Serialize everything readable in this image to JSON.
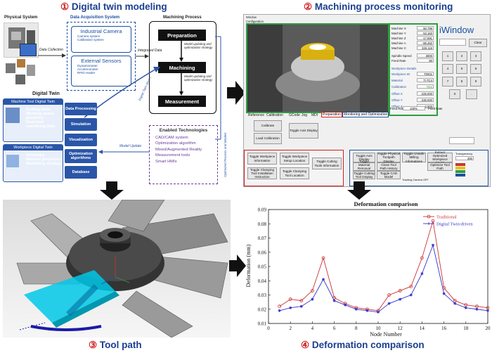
{
  "panel1": {
    "title_num": "①",
    "title_text": "Digital twin modeling",
    "physical_system": "Physical System",
    "data_acq": "Data Acquisition System",
    "camera_title": "Industrial Camera",
    "camera_items": [
      "Camera system",
      "Calibration system"
    ],
    "sensor_title": "External Sensors",
    "sensor_items": [
      "Dynamometer",
      "Accelerometer",
      "RFID reader"
    ],
    "data_collection": "Data Collection",
    "integrated_data": "Integrated Data",
    "machining_process": "Machining Process",
    "preparation": "Preparation",
    "machining": "Machining",
    "measurement": "Measurement",
    "model_updating": "Model updating and optimization strategy",
    "digital_twin": "Digital Twin",
    "machine_tool_dt": "Machine Tool Digital Twin",
    "machine_items": [
      "Cutting tools",
      "Working space geometry",
      "Real-time machining data"
    ],
    "workpiece_dt": "Workpiece Digital Twin",
    "workpiece_items": [
      "Geometry",
      "Material properties",
      "Machining strategy"
    ],
    "side_boxes": [
      "Data Processing",
      "Simulation",
      "Visualization",
      "Optimization algorithms",
      "Database"
    ],
    "digital_twin_driven": "Digital Twin driven",
    "model_update": "Model Update",
    "optimized_process": "Optimized Process and Models",
    "enabled_tech": "Enabled Technologies",
    "tech_items": [
      "CAD/CAM system",
      "Optimization algorithm",
      "Mixed/Augmented Reality",
      "Measurement tools",
      "Smart HMIs"
    ]
  },
  "panel2": {
    "title_num": "②",
    "title_text": "Machining process monitoring",
    "window_title": "Window",
    "menu": "Configuration",
    "machine_fields": [
      {
        "label": "Machine X",
        "value": "50.796"
      },
      {
        "label": "Machine Y",
        "value": "53.163"
      },
      {
        "label": "Machine Z",
        "value": "-17.591"
      },
      {
        "label": "Machine A",
        "value": "-86.462"
      },
      {
        "label": "Machine C",
        "value": "326.116"
      }
    ],
    "spindle_label": "Spindle Speed",
    "spindle_value": "3000",
    "feed_label": "Feed Rate",
    "feed_value": "80",
    "workpiece_details": "Workpiece Details",
    "wp_fields": [
      {
        "label": "Workpiece ID",
        "value": "T0001"
      },
      {
        "label": "Material",
        "value": "Ti-TC4"
      },
      {
        "label": "Calibration",
        "value": "YES"
      },
      {
        "label": "Offset X",
        "value": "-225.000"
      },
      {
        "label": "Offset Y",
        "value": "-235.000"
      },
      {
        "label": "Offset Z",
        "value": "0.000"
      }
    ],
    "iwindow": "iWindow",
    "clear": "Clear",
    "keys": [
      "1",
      "2",
      "3",
      "4",
      "5",
      "6",
      "7",
      "8",
      "9",
      "0",
      "."
    ],
    "feed_rate_label": "Feed Rate",
    "feed_rate_pct": "100%",
    "feed_rate_label2": "Feed Rate",
    "tabs": [
      "Reference",
      "Calibration",
      "GCode",
      "Jog",
      "MDI",
      "Preparation",
      "Monitoring and Optimization"
    ],
    "calibrate": "Calibrate",
    "load_calibration": "Load Calibration",
    "toggle_axis": "Toggle Axis Display",
    "prep_buttons": [
      "Toggle Workpiece Information",
      "Toggle Workpiece Setup Location",
      "Toggle Cutting Tools Information",
      "Toggle Clamping Tool Installation Instruction",
      "Toggle Clamping Tool Location"
    ],
    "mon_buttons": [
      "Toggle Axis Display",
      "Toggle Physical Toolpath Display",
      "Toggle Unsafe Milling Infomations",
      "Extract Optimized Workpiece Model",
      "Toggle Material Removal Simulation",
      "Clean Tool Path History",
      "Optimize Tool Path",
      "Toggle Cutting Tool Display",
      "Toggle CAD Model"
    ],
    "transparency": "Transparency",
    "transparency_value": "250",
    "tracking_camera": "Tracking Camera",
    "off": "OFF"
  },
  "panel3": {
    "title_num": "③",
    "title_text": "Tool path"
  },
  "panel4": {
    "title_num": "④",
    "title_text": "Deformation comparison"
  },
  "chart_data": {
    "type": "line",
    "title": "Deformation comparison",
    "xlabel": "Node Number",
    "ylabel": "Deformation (mm)",
    "xlim": [
      0,
      20
    ],
    "ylim": [
      0.01,
      0.09
    ],
    "xticks": [
      0,
      2,
      4,
      6,
      8,
      10,
      12,
      14,
      16,
      18,
      20
    ],
    "yticks": [
      0.01,
      0.02,
      0.03,
      0.04,
      0.05,
      0.06,
      0.07,
      0.08,
      0.09
    ],
    "x": [
      1,
      2,
      3,
      4,
      5,
      6,
      7,
      8,
      9,
      10,
      11,
      12,
      13,
      14,
      15,
      16,
      17,
      18,
      19,
      20
    ],
    "series": [
      {
        "name": "Traditional",
        "color": "#cc3333",
        "marker": "circle",
        "values": [
          0.022,
          0.027,
          0.026,
          0.033,
          0.056,
          0.028,
          0.024,
          0.021,
          0.02,
          0.019,
          0.03,
          0.033,
          0.036,
          0.056,
          0.082,
          0.035,
          0.026,
          0.023,
          0.022,
          0.021
        ]
      },
      {
        "name": "Digital Twin-driven",
        "color": "#3333cc",
        "marker": "star",
        "values": [
          0.019,
          0.021,
          0.022,
          0.027,
          0.041,
          0.026,
          0.023,
          0.02,
          0.019,
          0.018,
          0.024,
          0.027,
          0.03,
          0.045,
          0.065,
          0.031,
          0.024,
          0.021,
          0.02,
          0.019
        ]
      }
    ],
    "legend": "top-right",
    "grid": false
  }
}
